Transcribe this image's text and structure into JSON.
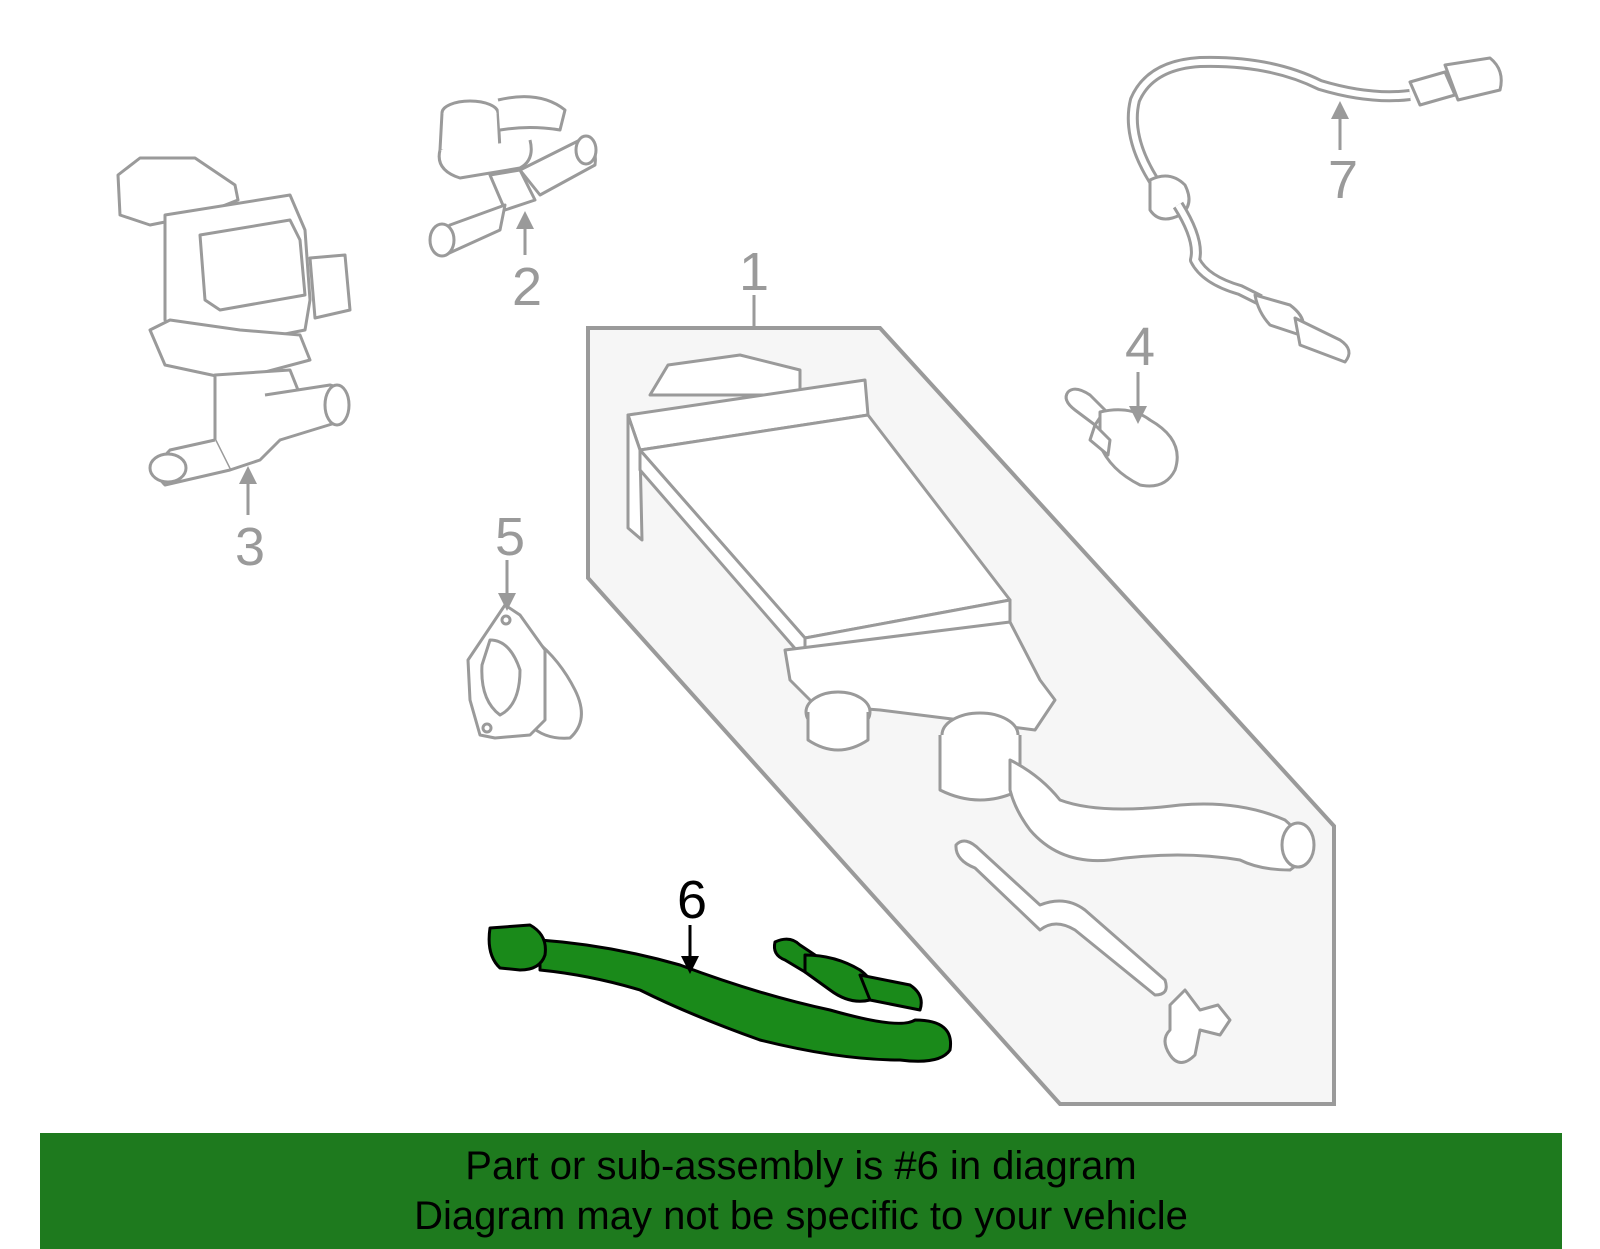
{
  "labels": {
    "1": "1",
    "2": "2",
    "3": "3",
    "4": "4",
    "5": "5",
    "6": "6",
    "7": "7"
  },
  "highlight_part": "6",
  "colors": {
    "part_outline": "#9a9a9a",
    "highlight_fill": "#1a8a1a",
    "highlight_stroke": "#000000",
    "banner_bg": "#1e7a1e",
    "panel_fill": "#f6f6f6"
  },
  "banner": {
    "line1": "Part or sub-assembly is #6 in diagram",
    "line2": "Diagram may not be specific to your vehicle"
  }
}
